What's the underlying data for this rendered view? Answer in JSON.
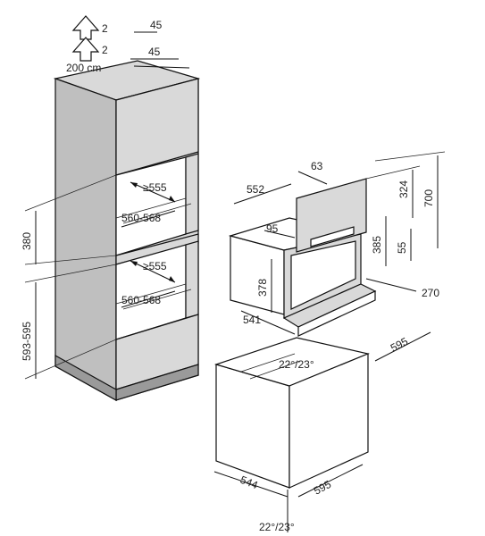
{
  "labels": {
    "left_top_arrow_1": "2",
    "left_top_arrow_2": "2",
    "left_top_dim_45_a": "45",
    "left_top_dim_45_b": "45",
    "left_top_dim_200": "200 cm",
    "left_shelf_top_depth": "≥555",
    "left_shelf_top_width": "560-568",
    "left_shelf_bottom_depth": "≥555",
    "left_shelf_bottom_width": "560-568",
    "left_height_380": "380",
    "left_height_593": "593-595",
    "right_dim_552": "552",
    "right_dim_63": "63",
    "right_dim_324": "324",
    "right_dim_700": "700",
    "right_dim_95": "95",
    "right_dim_385": "385",
    "right_dim_55": "55",
    "right_dim_378": "378",
    "right_dim_270": "270",
    "right_dim_541": "541",
    "right_dim_595_side": "595",
    "right_dim_angle": "22°/23°",
    "right_dim_544": "544",
    "right_dim_595_bottom": "595",
    "right_dim_bottom_angle": "22°/23°"
  }
}
